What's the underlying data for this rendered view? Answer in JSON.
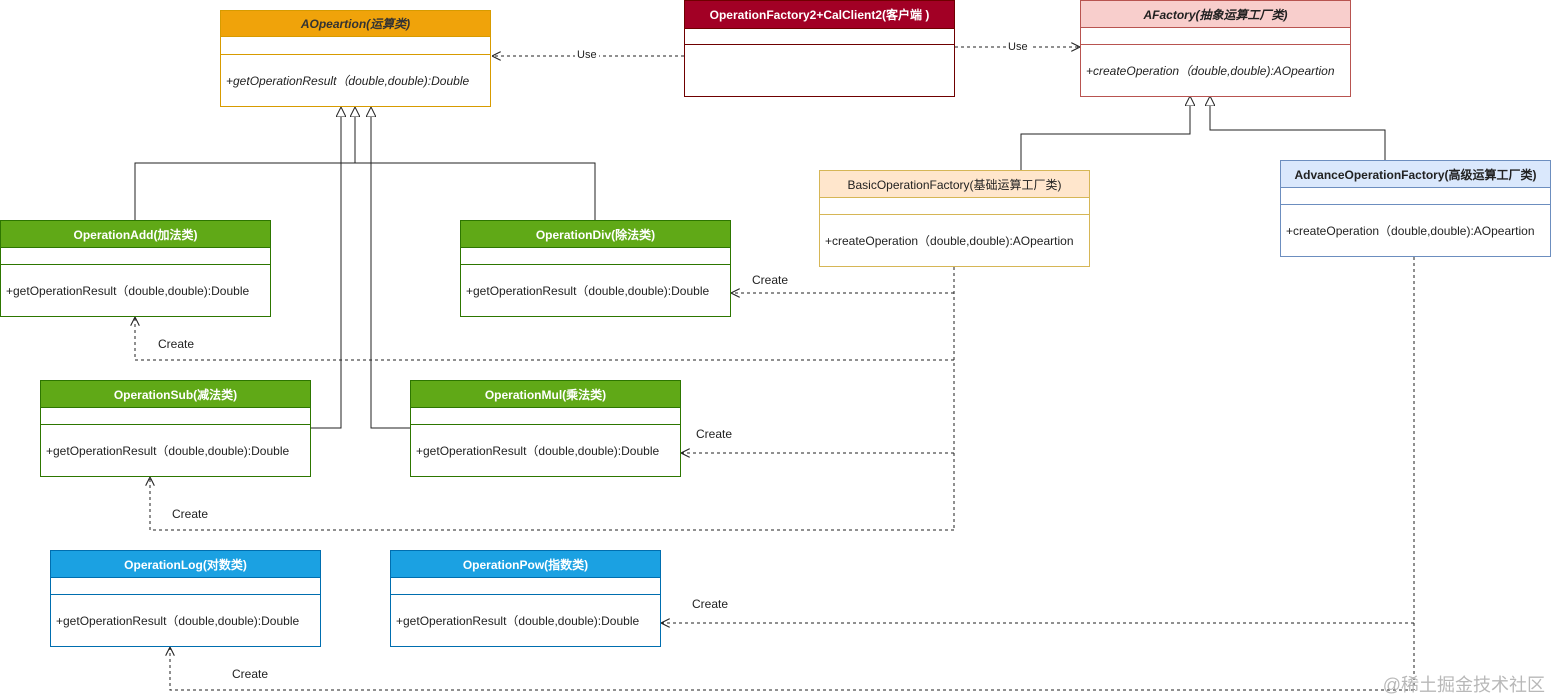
{
  "classes": {
    "aoperation": {
      "name": "AOpeartion(运算类)",
      "method": "+getOperationResult（double,double):Double"
    },
    "client": {
      "name": "OperationFactory2+CalClient2(客户端 )",
      "method": ""
    },
    "afactory": {
      "name": "AFactory(抽象运算工厂类)",
      "method": "+createOperation（double,double):AOpeartion"
    },
    "basic_factory": {
      "name": "BasicOperationFactory(基础运算工厂类)",
      "method": "+createOperation（double,double):AOpeartion"
    },
    "advance_factory": {
      "name": "AdvanceOperationFactory(高级运算工厂类)",
      "method": "+createOperation（double,double):AOpeartion"
    },
    "op_add": {
      "name": "OperationAdd(加法类)",
      "method": "+getOperationResult（double,double):Double"
    },
    "op_div": {
      "name": "OperationDiv(除法类)",
      "method": "+getOperationResult（double,double):Double"
    },
    "op_sub": {
      "name": "OperationSub(减法类)",
      "method": "+getOperationResult（double,double):Double"
    },
    "op_mul": {
      "name": "OperationMul(乘法类)",
      "method": "+getOperationResult（double,double):Double"
    },
    "op_log": {
      "name": "OperationLog(对数类)",
      "method": "+getOperationResult（double,double):Double"
    },
    "op_pow": {
      "name": "OperationPow(指数类)",
      "method": "+getOperationResult（double,double):Double"
    }
  },
  "labels": {
    "use_left": "Use",
    "use_right": "Use",
    "create_div": "Create",
    "create_add": "Create",
    "create_mul": "Create",
    "create_sub": "Create",
    "create_pow": "Create",
    "create_log": "Create"
  },
  "watermark": "@稀土掘金技术社区",
  "colors": {
    "operation_green": "#60a917",
    "abstract_orange": "#f0a30a",
    "client_crimson": "#a20025",
    "factory_pink": "#f8cecc",
    "basic_peach": "#ffe6cc",
    "advance_lightblue": "#dae8fc",
    "advanced_op_blue": "#1ba1e2"
  }
}
